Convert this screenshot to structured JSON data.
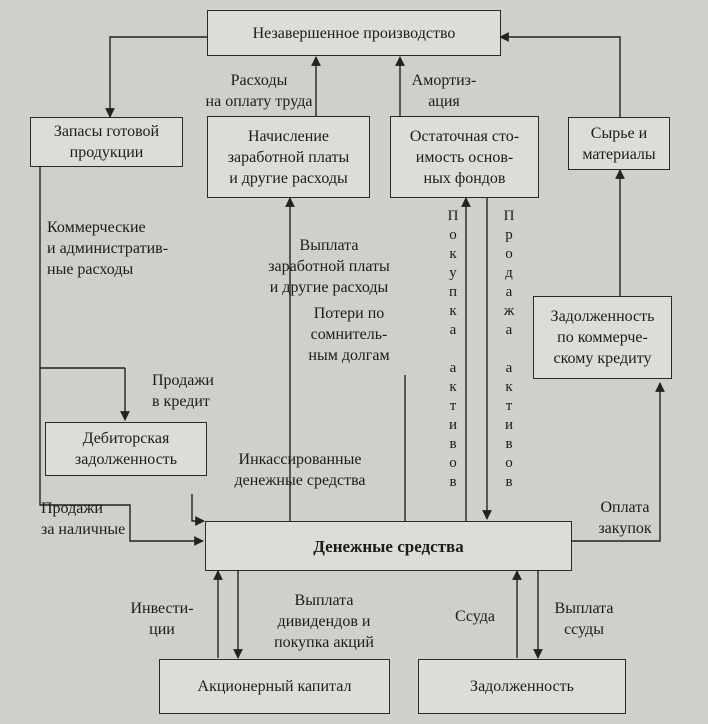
{
  "boxes": {
    "wip": "Незавершенное производство",
    "finished_goods": "Запасы готовой\nпродукции",
    "payroll": "Начисление\nзаработной платы\nи другие расходы",
    "fixed_assets": "Остаточная сто-\nимость основ-\nных фондов",
    "raw_materials": "Сырье и\nматериалы",
    "payables": "Задолженность\nпо коммерче-\nскому кредиту",
    "receivables": "Дебиторская\nзадолженность",
    "cash": "Денежные средства",
    "equity": "Акционерный капитал",
    "debt": "Задолженность"
  },
  "labels": {
    "labor_costs": "Расходы\nна оплату труда",
    "depreciation": "Амортиз-\nация",
    "selling_admin": "Коммерческие\nи административ-\nные расходы",
    "wage_payment": "Выплата\nзаработной платы\nи другие расходы",
    "bad_debts": "Потери по\nсомнитель-\nным долгам",
    "credit_sales": "Продажи\nв кредит",
    "collections": "Инкассированные\nденежные средства",
    "cash_sales": "Продажи\nза наличные",
    "purchase_payment": "Оплата\nзакупок",
    "investment": "Инвести-\nции",
    "dividends": "Выплата\nдивидендов и\nпокупка акций",
    "loan": "Ссуда",
    "loan_repayment": "Выплата\nссуды",
    "asset_purchase": "П\nо\nк\nу\nп\nк\nа\n \nа\nк\nт\nи\nв\nо\nв",
    "asset_sale": "П\nр\nо\nд\nа\nж\nа\n \nа\nк\nт\nи\nв\nо\nв"
  }
}
